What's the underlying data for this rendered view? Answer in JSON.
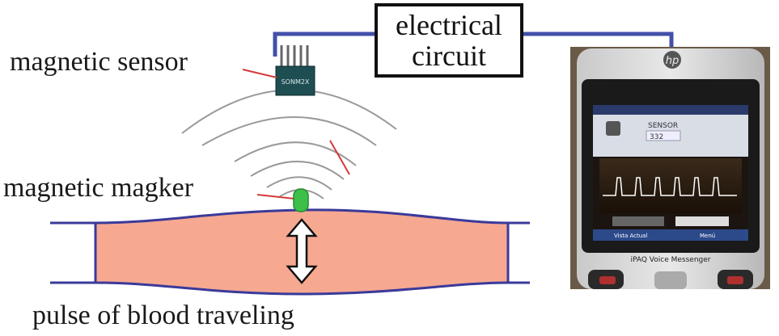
{
  "labels": {
    "sensor": "magnetic sensor",
    "marker": "magnetic magker",
    "pulse": "pulse of blood traveling",
    "circuit_line1": "electrical",
    "circuit_line2": "circuit",
    "chip_text": "SONM2X"
  },
  "phone": {
    "brand": "hp",
    "screen_title": "SENSOR",
    "screen_value": "332",
    "left_soft": "Vista Actual",
    "right_soft": "Menú",
    "footer": "iPAQ Voice Messenger"
  },
  "colors": {
    "wire": "#4350a8",
    "vessel_fill": "#f6a891",
    "vessel_edge": "#3a3a9a",
    "waves": "#9a9a9a",
    "marker": "#3cc04a",
    "pointer": "#d43a3a",
    "chip": "#1e4d52"
  },
  "icons": [
    "hp-logo-icon",
    "sensor-chip-icon",
    "marker-icon",
    "double-arrow-icon"
  ]
}
